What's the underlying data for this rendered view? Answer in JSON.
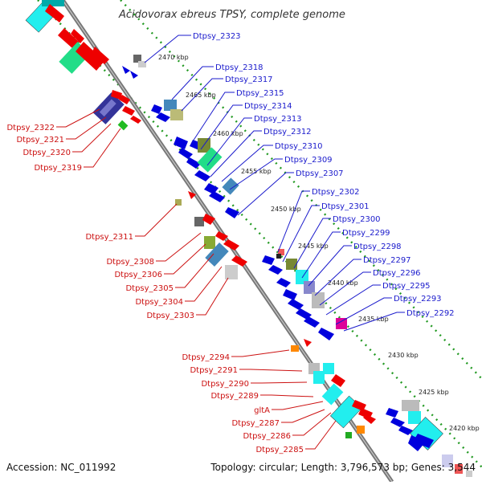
{
  "title": "Acidovorax ebreus TPSY, complete genome",
  "footer": {
    "accession": "Accession: NC_011992",
    "summary": "Topology: circular; Length: 3,796,573 bp; Genes: 3,544"
  },
  "ticks": [
    "2470 kbp",
    "2465 kbp",
    "2460 kbp",
    "2455 kbp",
    "2450 kbp",
    "2445 kbp",
    "2440 kbp",
    "2435 kbp",
    "2430 kbp",
    "2425 kbp",
    "2420 kbp"
  ],
  "labels_blue": [
    "Dtpsy_2323",
    "Dtpsy_2318",
    "Dtpsy_2317",
    "Dtpsy_2315",
    "Dtpsy_2314",
    "Dtpsy_2313",
    "Dtpsy_2312",
    "Dtpsy_2310",
    "Dtpsy_2309",
    "Dtpsy_2307",
    "Dtpsy_2302",
    "Dtpsy_2301",
    "Dtpsy_2300",
    "Dtpsy_2299",
    "Dtpsy_2298",
    "Dtpsy_2297",
    "Dtpsy_2296",
    "Dtpsy_2295",
    "Dtpsy_2293",
    "Dtpsy_2292"
  ],
  "labels_red": [
    "Dtpsy_2322",
    "Dtpsy_2321",
    "Dtpsy_2320",
    "Dtpsy_2319",
    "Dtpsy_2311",
    "Dtpsy_2308",
    "Dtpsy_2306",
    "Dtpsy_2305",
    "Dtpsy_2304",
    "Dtpsy_2303",
    "Dtpsy_2294",
    "Dtpsy_2291",
    "Dtpsy_2290",
    "Dtpsy_2289",
    "gltA",
    "Dtpsy_2287",
    "Dtpsy_2286",
    "Dtpsy_2285"
  ],
  "colors": {
    "forward": "#ee0000",
    "reverse": "#0000dd",
    "backbone": "#7a7a7a",
    "dotted": "#229922",
    "label_blue": "#1a1acc",
    "label_red": "#cc1111"
  }
}
